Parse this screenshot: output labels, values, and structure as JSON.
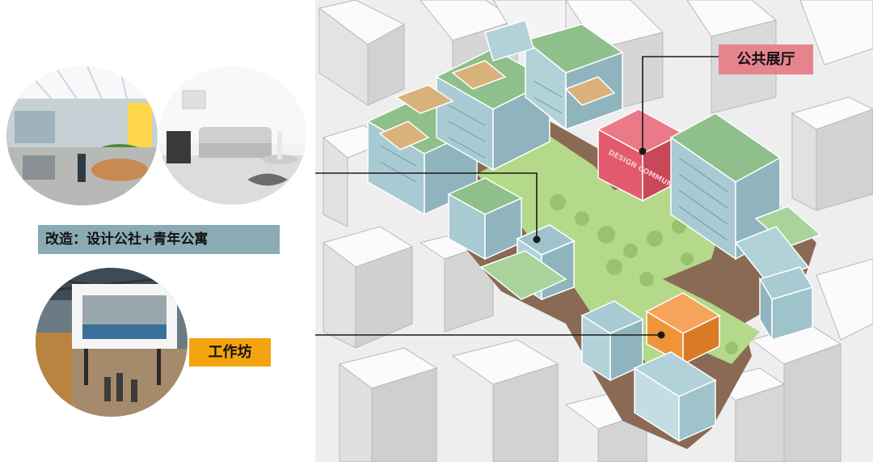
{
  "labels": {
    "renovation": "改造：设计公社+青年公寓",
    "public_hall": "公共展厅",
    "workshop": "工作坊"
  },
  "signage": {
    "building_sign": "DESIGN COMMUNE"
  },
  "colors": {
    "renovation_box": "#8aabb3",
    "public_hall_box": "#e6848e",
    "workshop_box": "#f3a40f",
    "courtyard_green": "#b5d98a",
    "residential_blue": "#a8cbd3",
    "roof_green": "#8fbf8a",
    "hall_building": "#e25a6c",
    "workshop_building": "#f0943a",
    "path_brown": "#8a6a55"
  }
}
